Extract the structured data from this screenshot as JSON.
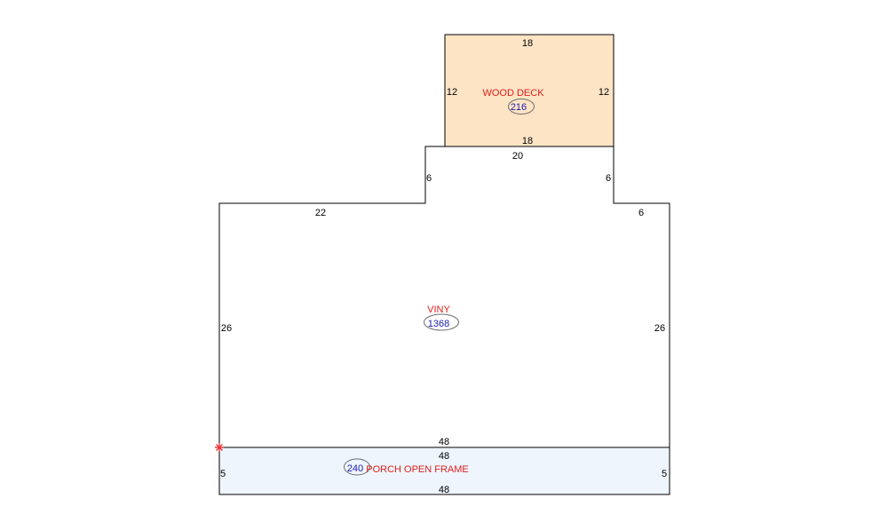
{
  "colors": {
    "outline": "#000000",
    "label_text": "#e0201e",
    "area_text": "#1a1ab0",
    "area_ellipse": "#6e6e6e",
    "deck_fill": "#fde4c5",
    "porch_fill": "#eef5fc",
    "marker": "#e8353a"
  },
  "areas": {
    "deck": {
      "label": "WOOD DECK",
      "value": "216"
    },
    "house": {
      "label": "VINY",
      "value": "1368"
    },
    "porch": {
      "label": "PORCH OPEN FRAME",
      "value": "240"
    }
  },
  "dimensions": {
    "deck_top": "18",
    "deck_left": "12",
    "deck_right": "12",
    "deck_bottom": "18",
    "bump_top": "20",
    "bump_left": "6",
    "bump_right": "6",
    "house_top_left": "22",
    "house_top_right": "6",
    "house_left": "26",
    "house_right": "26",
    "house_bottom": "48",
    "porch_top": "48",
    "porch_left": "5",
    "porch_right": "5",
    "porch_bottom": "48"
  },
  "marker_icon": "asterisk-marker-icon"
}
